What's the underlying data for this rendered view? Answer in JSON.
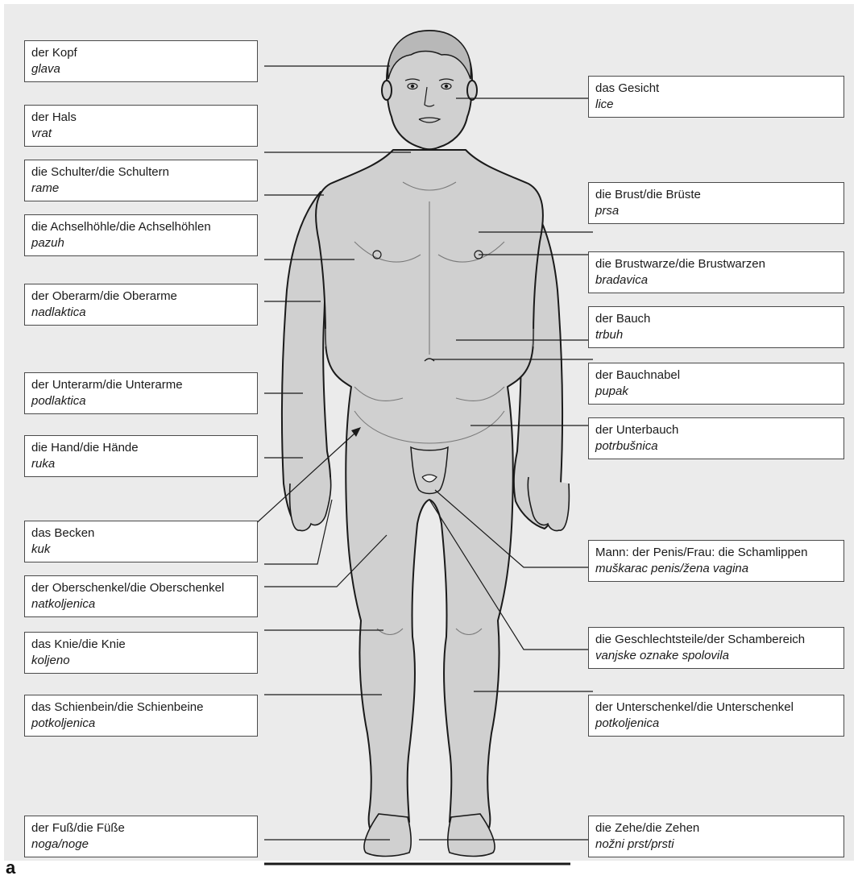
{
  "panel_letter": "a",
  "labels": {
    "kopf": {
      "de": "der Kopf",
      "hr": "glava"
    },
    "hals": {
      "de": "der Hals",
      "hr": "vrat"
    },
    "schulter": {
      "de": "die Schulter/die Schultern",
      "hr": "rame"
    },
    "achsel": {
      "de": "die Achselhöhle/die Achselhöhlen",
      "hr": "pazuh"
    },
    "oberarm": {
      "de": "der Oberarm/die Oberarme",
      "hr": "nadlaktica"
    },
    "unterarm": {
      "de": "der Unterarm/die Unterarme",
      "hr": "podlaktica"
    },
    "hand": {
      "de": "die Hand/die Hände",
      "hr": "ruka"
    },
    "becken": {
      "de": "das Becken",
      "hr": "kuk"
    },
    "oberschenkel": {
      "de": "der Oberschenkel/die Oberschenkel",
      "hr": "natkoljenica"
    },
    "knie": {
      "de": "das Knie/die Knie",
      "hr": "koljeno"
    },
    "schienbein": {
      "de": "das Schienbein/die Schienbeine",
      "hr": "potkoljenica"
    },
    "fuss": {
      "de": "der Fuß/die Füße",
      "hr": "noga/noge"
    },
    "gesicht": {
      "de": "das Gesicht",
      "hr": "lice"
    },
    "brust": {
      "de": "die Brust/die Brüste",
      "hr": "prsa"
    },
    "brustwarze": {
      "de": "die Brustwarze/die Brustwarzen",
      "hr": "bradavica"
    },
    "bauch": {
      "de": "der Bauch",
      "hr": "trbuh"
    },
    "bauchnabel": {
      "de": "der Bauchnabel",
      "hr": "pupak"
    },
    "unterbauch": {
      "de": "der Unterbauch",
      "hr": "potrbušnica"
    },
    "penis": {
      "de": "Mann: der Penis/Frau: die Schamlippen",
      "hr": "muškarac penis/žena vagina"
    },
    "geschlecht": {
      "de": "die Geschlechtsteile/der Schambereich",
      "hr": "vanjske oznake spolovila"
    },
    "unterschenkel": {
      "de": "der Unterschenkel/die Unterschenkel",
      "hr": "potkoljenica"
    },
    "zehe": {
      "de": "die Zehe/die Zehen",
      "hr": "nožni prst/prsti"
    }
  },
  "colors": {
    "panel": "#ebebeb",
    "body_fill": "#d0d0d0",
    "outline": "#1a1a1a"
  }
}
